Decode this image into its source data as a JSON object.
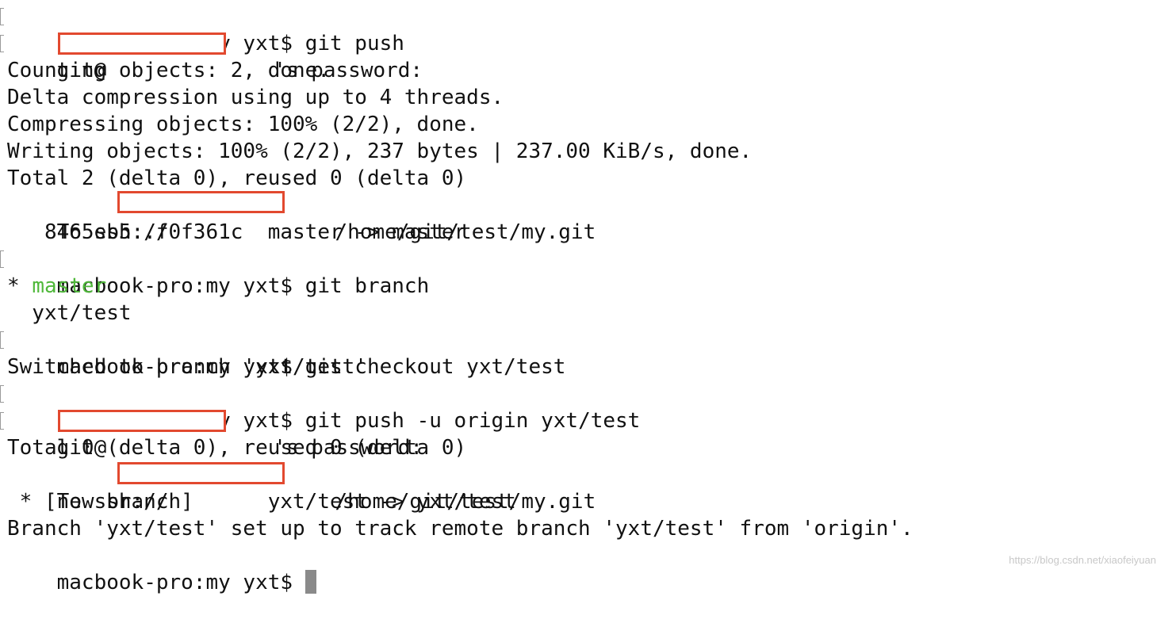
{
  "terminal": {
    "lines": [
      {
        "id": "l1",
        "text": "macbook-pro:my yxt$ git push",
        "marker": true
      },
      {
        "id": "l2a",
        "text": "git@",
        "marker": true
      },
      {
        "id": "l2b",
        "text": "'s password:"
      },
      {
        "id": "l3",
        "text": "Counting objects: 2, done."
      },
      {
        "id": "l4",
        "text": "Delta compression using up to 4 threads."
      },
      {
        "id": "l5",
        "text": "Compressing objects: 100% (2/2), done."
      },
      {
        "id": "l6",
        "text": "Writing objects: 100% (2/2), 237 bytes | 237.00 KiB/s, done."
      },
      {
        "id": "l7",
        "text": "Total 2 (delta 0), reused 0 (delta 0)"
      },
      {
        "id": "l8a",
        "text": "To ssh://"
      },
      {
        "id": "l8b",
        "text": "/home/git/test/my.git"
      },
      {
        "id": "l9",
        "text": "   8465eb5..f0f361c  master -> master"
      },
      {
        "id": "l10",
        "text": "macbook-pro:my yxt$ git branch",
        "marker": true
      },
      {
        "id": "l11a",
        "text": "* "
      },
      {
        "id": "l11b",
        "text": "master"
      },
      {
        "id": "l12",
        "text": "  yxt/test"
      },
      {
        "id": "l13",
        "text": "macbook-pro:my yxt$ git checkout yxt/test",
        "marker": true
      },
      {
        "id": "l14",
        "text": "Switched to branch 'yxt/test'"
      },
      {
        "id": "l15",
        "text": "macbook-pro:my yxt$ git push -u origin yxt/test",
        "marker": true
      },
      {
        "id": "l16a",
        "text": "git@",
        "marker": true
      },
      {
        "id": "l16b",
        "text": "'s password:"
      },
      {
        "id": "l17",
        "text": "Total 0 (delta 0), reused 0 (delta 0)"
      },
      {
        "id": "l18a",
        "text": "To ssh://"
      },
      {
        "id": "l18b",
        "text": "/home/git/test/my.git"
      },
      {
        "id": "l19",
        "text": " * [new branch]      yxt/test -> yxt/test"
      },
      {
        "id": "l20",
        "text": "Branch 'yxt/test' set up to track remote branch 'yxt/test' from 'origin'."
      },
      {
        "id": "l21",
        "text": "macbook-pro:my yxt$ "
      }
    ]
  },
  "watermark": "https://blog.csdn.net/xiaofeiyuan",
  "colors": {
    "background": "#ffffff",
    "text": "#111111",
    "branch_current": "#4fb83a",
    "redaction_border": "#e2492f",
    "cursor": "#8a8a8a"
  }
}
